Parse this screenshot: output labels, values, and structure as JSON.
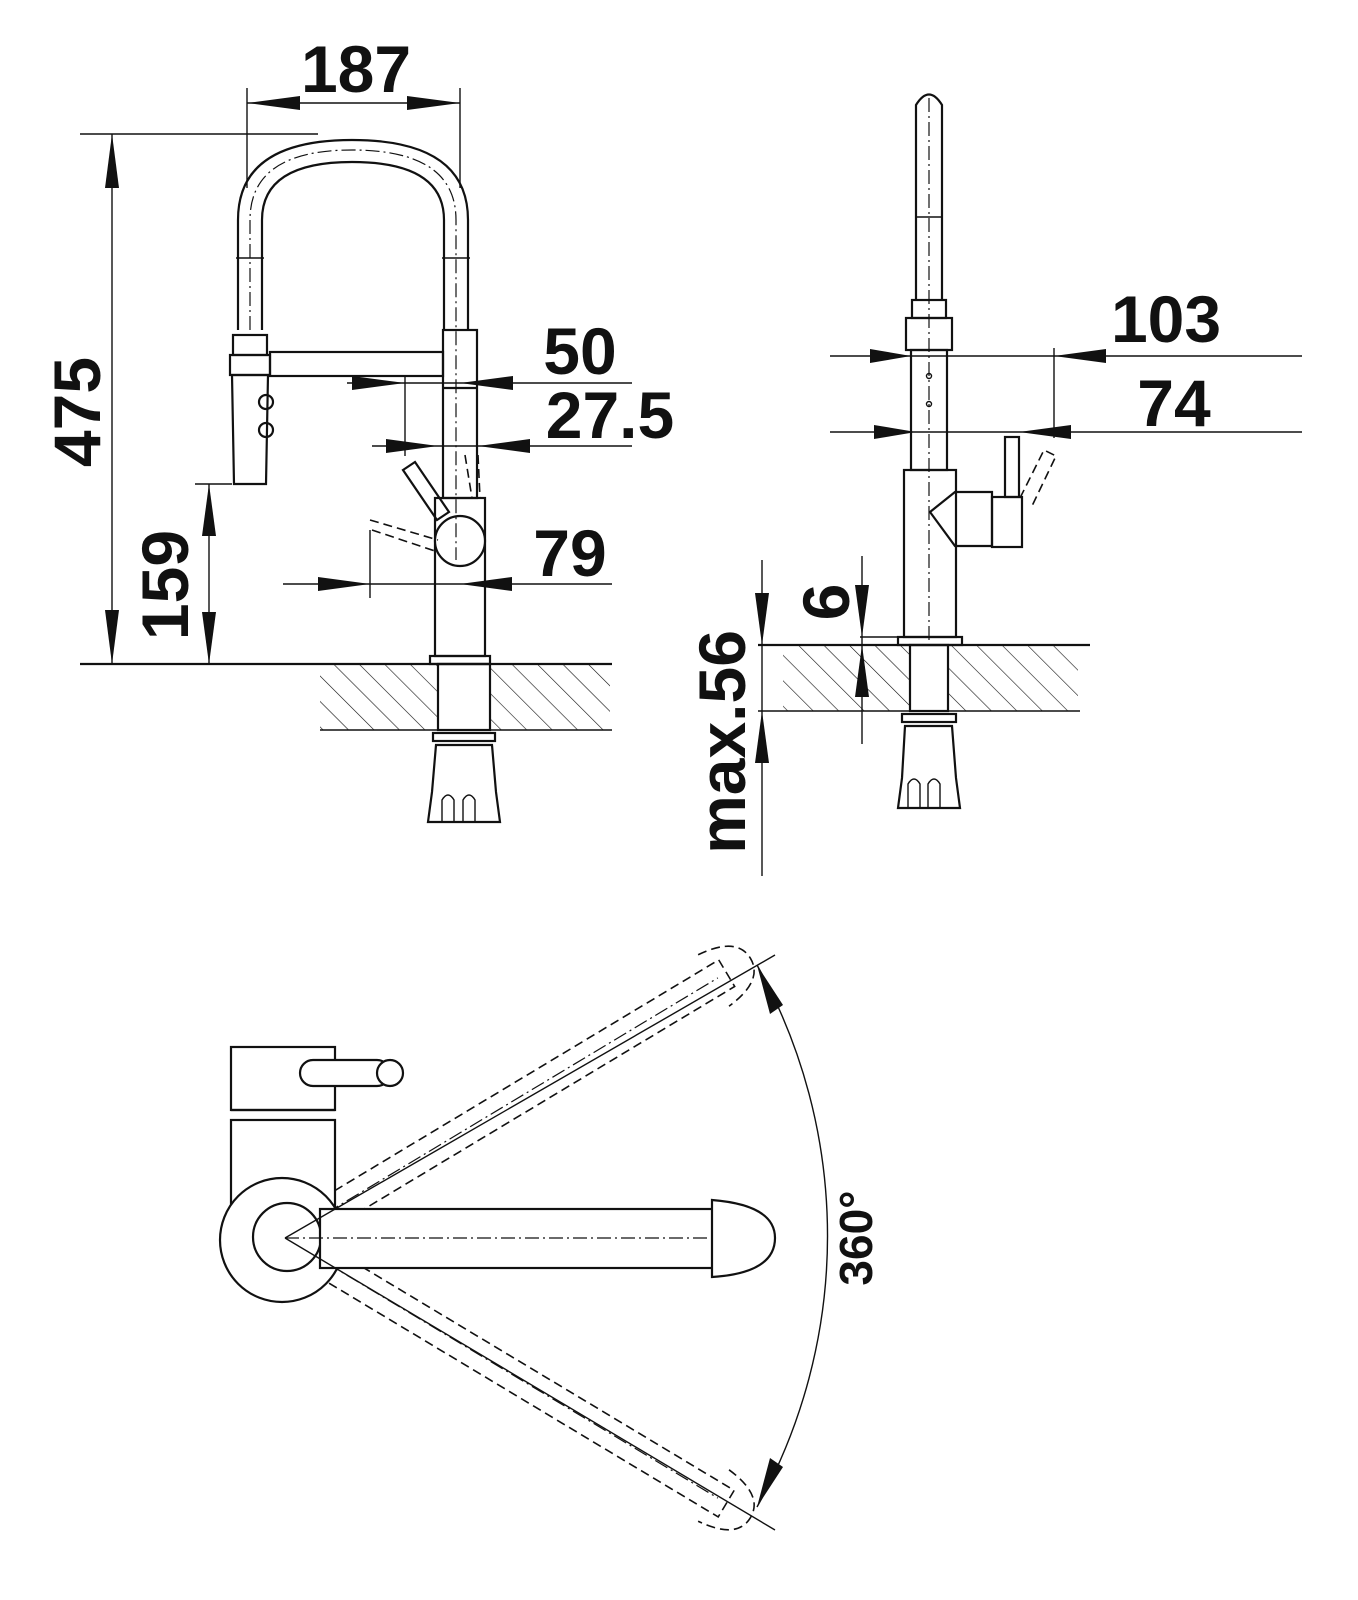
{
  "colors": {
    "line": "#111111",
    "background": "#ffffff"
  },
  "dimensions": {
    "reach": "187",
    "height": "475",
    "spout_height": "159",
    "base_to_lever_a": "50",
    "base_to_lever_b": "27.5",
    "lever_swing": "79",
    "side_103": "103",
    "side_74": "74",
    "panel_max": "max.56",
    "thickness": "6",
    "rotation": "360°"
  }
}
